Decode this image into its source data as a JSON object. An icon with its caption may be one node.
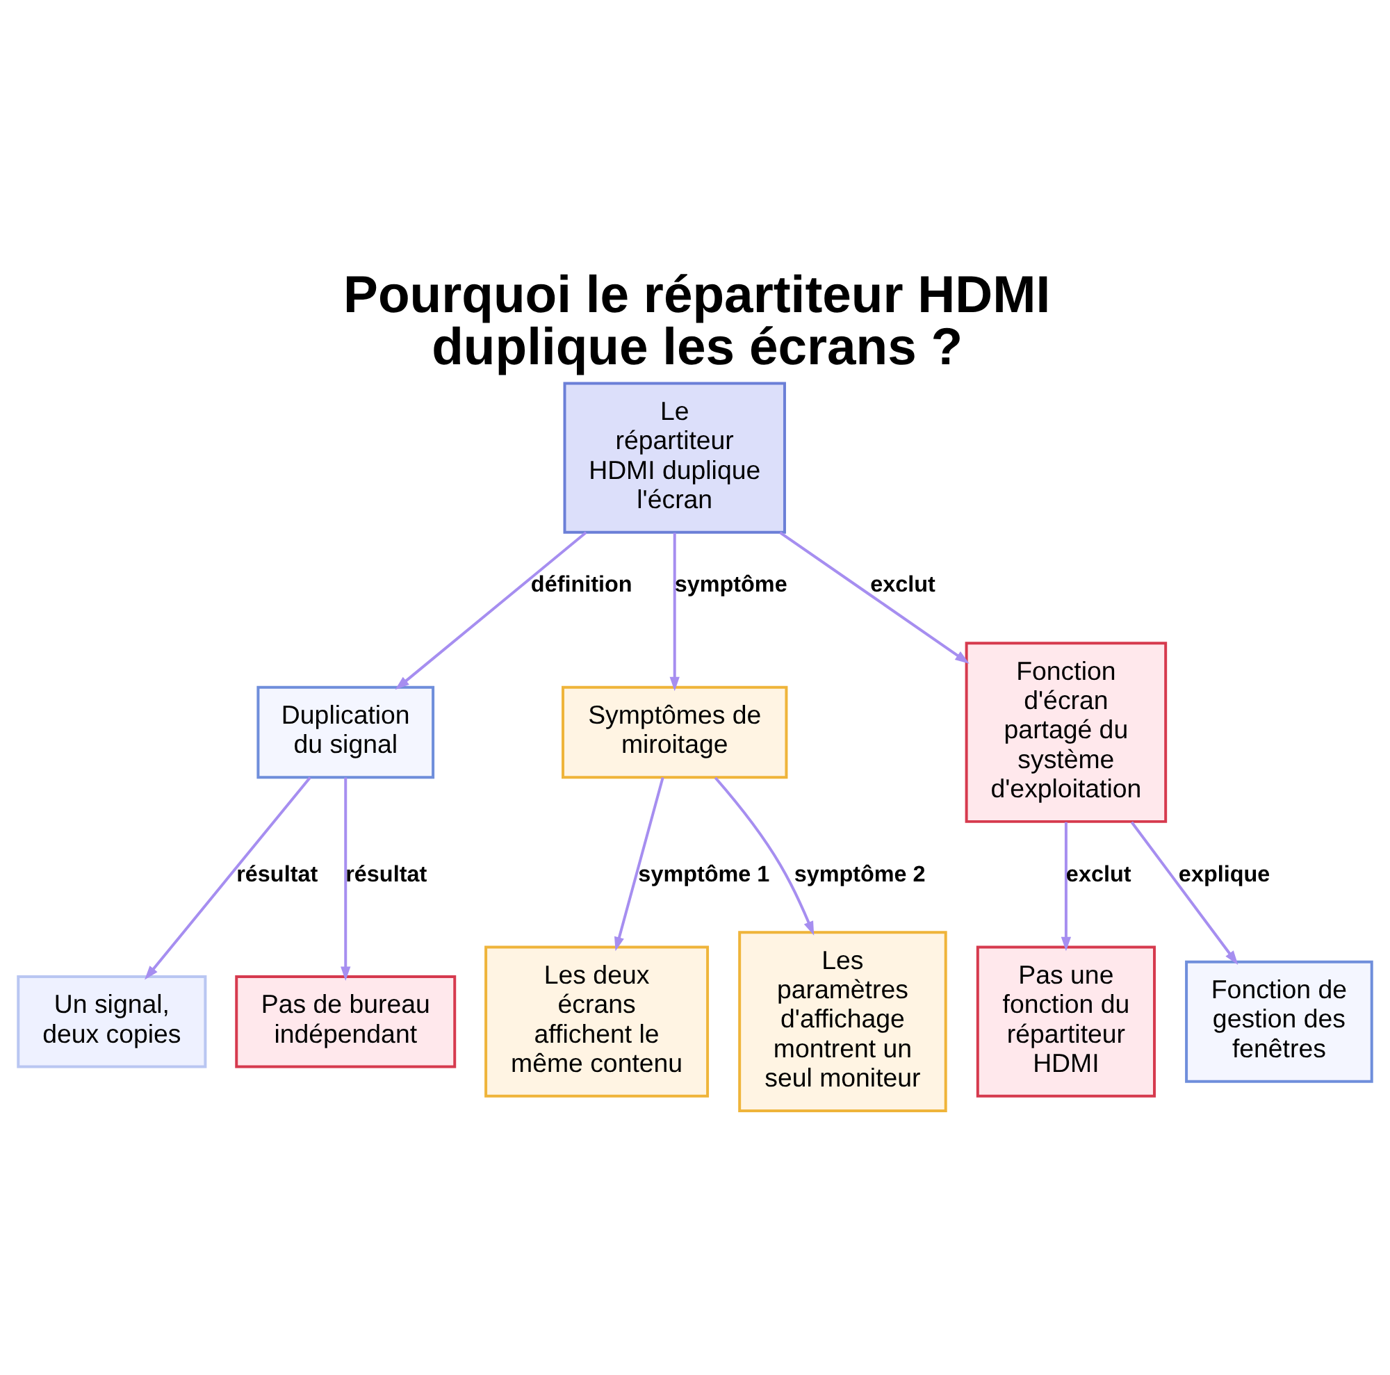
{
  "diagram": {
    "title": "Pourquoi le répartiteur HDMI duplique les écrans ?",
    "nodes": [
      {
        "text": [
          "Le répartiteur HDMI duplique l'écran"
        ]
      },
      {
        "text": [
          "Duplication du signal"
        ]
      },
      {
        "text": [
          "Symptômes de miroitage"
        ]
      },
      {
        "text": [
          "Fonction d'écran partagé du système d'exploitation"
        ]
      },
      {
        "text": [
          "Un signal, deux copies"
        ]
      },
      {
        "text": [
          "Pas de bureau indépendant"
        ]
      },
      {
        "text": [
          "Les deux écrans affichent le même contenu"
        ]
      },
      {
        "text": [
          "Les paramètres d'affichage montrent un seul moniteur"
        ]
      },
      {
        "text": [
          "Pas une fonction du répartiteur HDMI"
        ]
      },
      {
        "text": [
          "Fonction de gestion des fenêtres"
        ]
      }
    ],
    "edges": [
      {
        "from": 0,
        "to": 1,
        "arrow": "to",
        "label": "définition"
      },
      {
        "from": 0,
        "to": 2,
        "arrow": "to",
        "label": "symptôme"
      },
      {
        "from": 0,
        "to": 3,
        "arrow": "to",
        "label": "exclut"
      },
      {
        "from": 1,
        "to": 4,
        "arrow": "to",
        "label": "résultat"
      },
      {
        "from": 1,
        "to": 5,
        "arrow": "to",
        "label": "résultat"
      },
      {
        "from": 2,
        "to": 6,
        "arrow": "to",
        "label": "symptôme 1"
      },
      {
        "from": 2,
        "to": 7,
        "arrow": "to",
        "label": "symptôme 2"
      },
      {
        "from": 3,
        "to": 8,
        "arrow": "to",
        "label": "exclut"
      },
      {
        "from": 3,
        "to": 9,
        "arrow": "to",
        "label": "explique"
      }
    ]
  }
}
